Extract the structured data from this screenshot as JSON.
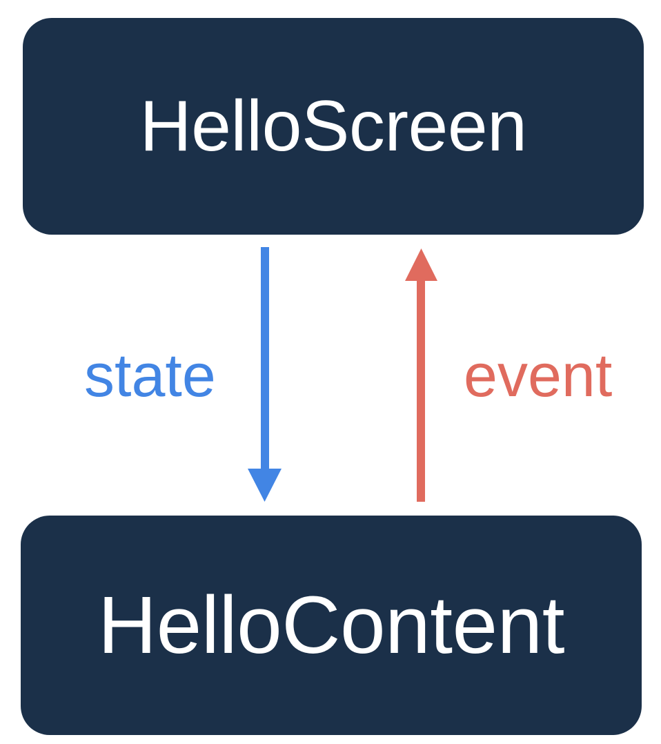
{
  "diagram": {
    "title": "Unidirectional data flow between HelloScreen and HelloContent",
    "background_color": "#ffffff",
    "nodes": [
      {
        "id": "hello-screen",
        "label": "HelloScreen",
        "fill_color": "#1b3049",
        "text_color": "#ffffff"
      },
      {
        "id": "hello-content",
        "label": "HelloContent",
        "fill_color": "#1b3049",
        "text_color": "#ffffff"
      }
    ],
    "edges": [
      {
        "id": "state-edge",
        "label": "state",
        "color": "#4285e4",
        "direction": "down",
        "from": "hello-screen",
        "to": "hello-content"
      },
      {
        "id": "event-edge",
        "label": "event",
        "color": "#e06b5e",
        "direction": "up",
        "from": "hello-content",
        "to": "hello-screen"
      }
    ]
  }
}
